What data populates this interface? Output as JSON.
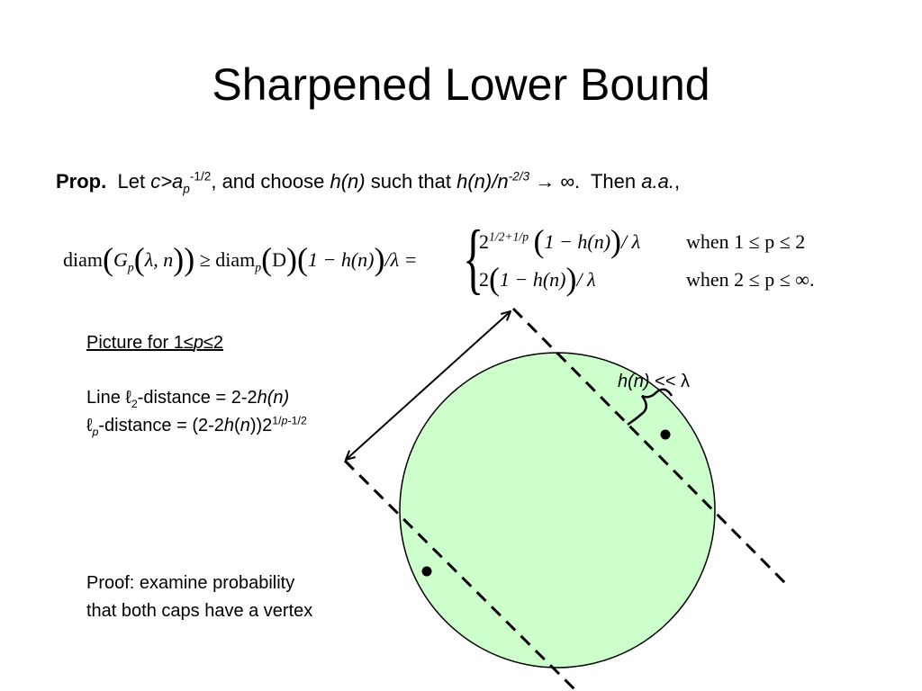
{
  "slide": {
    "title": "Sharpened Lower Bound"
  },
  "prop": {
    "label": "Prop.",
    "let": "Let",
    "c_sym": "c>a",
    "c_sub": "p",
    "c_sup": "-1/2",
    "and_choose": ", and choose",
    "h_sym": "h(n)",
    "such_that": "such that",
    "ratio": "h(n)/n",
    "ratio_sup": "-2/3",
    "arrow_inf": "→ ∞.",
    "then": "Then",
    "aa": "a.a.",
    "comma": ","
  },
  "equation": {
    "lhs_diam": "diam",
    "lhs_G": "G",
    "lhs_sub_p": "p",
    "lhs_args": "λ, n",
    "geq_diam": "≥ diam",
    "rhs_sub_p": "p",
    "rhs_D": "D",
    "rhs_factor": "1 − h(n)",
    "rhs_div": "/λ =",
    "case1_coef": "2",
    "case1_exp": "1/2+1/p",
    "case1_expr": "1 − h(n)",
    "case1_div": "/ λ",
    "case1_cond": "when 1 ≤ p ≤ 2",
    "case2_coef": "2",
    "case2_expr": "1 − h(n)",
    "case2_div": "/ λ",
    "case2_cond": "when 2 ≤ p ≤ ∞."
  },
  "picture": {
    "caption_prefix": "Picture for 1≤",
    "caption_p": "p",
    "caption_suffix": "≤2",
    "line_prefix": "Line ℓ",
    "line_sub": "2",
    "line_mid": "-distance = 2-2",
    "line_h": "h(n)",
    "lp_l": "ℓ",
    "lp_sub": "p",
    "lp_mid": "-distance = (2-2",
    "lp_h": "h",
    "lp_paren": "(",
    "lp_n": "n",
    "lp_close": "))2",
    "lp_sup1": "1/",
    "lp_sup_p": "p",
    "lp_sup2": "-1/2",
    "h_label_h": "h(n)",
    "h_label_rest": " << λ"
  },
  "proof": {
    "line1": "Proof: examine probability",
    "line2": "that both caps have a vertex"
  },
  "colors": {
    "disk_fill": "#ccffcc",
    "stroke": "#000000",
    "background": "#ffffff"
  }
}
